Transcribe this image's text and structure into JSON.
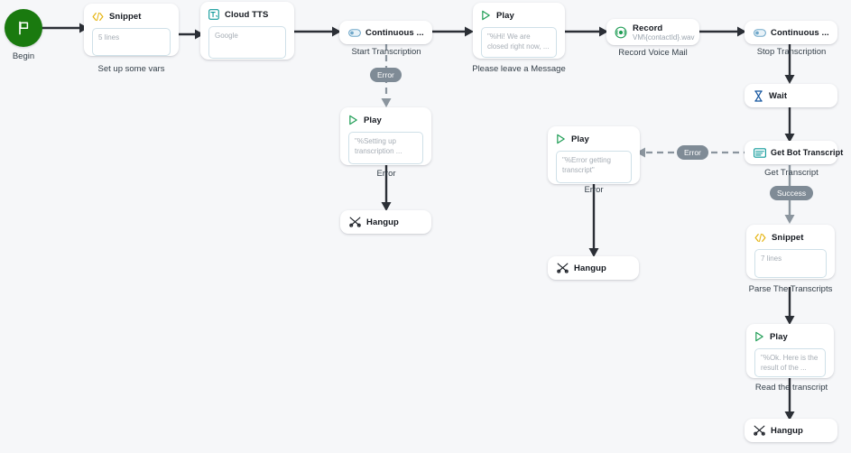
{
  "canvas": {
    "background": "#f6f7f9",
    "edge_color": "#2b2f36",
    "muted_edge_color": "#8b959e",
    "pill_color": "#7f8b96"
  },
  "start": {
    "icon": "flag-icon",
    "label": "Begin",
    "color": "#1a7a0f"
  },
  "nodes": [
    {
      "id": "snippet-vars",
      "icon": "code-icon",
      "title": "Snippet",
      "body": "5 lines",
      "caption": "Set up some vars"
    },
    {
      "id": "cloud-tts",
      "icon": "text-to-speech-icon",
      "title": "Cloud TTS",
      "body": "Google",
      "caption": ""
    },
    {
      "id": "start-transcription",
      "icon": "toggle-icon",
      "title": "Continuous ...",
      "caption": "Start Transcription"
    },
    {
      "id": "play-greeting",
      "icon": "play-icon",
      "title": "Play",
      "body": "\"%Hi! We are closed right now, ...",
      "caption": "Please leave a Message"
    },
    {
      "id": "record-voicemail",
      "icon": "record-icon",
      "title": "Record",
      "subtitle": "VM\\{contactId}.wav",
      "caption": "Record Voice Mail"
    },
    {
      "id": "stop-transcription",
      "icon": "toggle-icon",
      "title": "Continuous ...",
      "caption": "Stop Transcription"
    },
    {
      "id": "wait",
      "icon": "hourglass-icon",
      "title": "Wait",
      "caption": ""
    },
    {
      "id": "get-bot-transcript",
      "icon": "transcript-icon",
      "title": "Get Bot Transcript",
      "caption": "Get Transcript"
    },
    {
      "id": "snippet-parse",
      "icon": "code-icon",
      "title": "Snippet",
      "body": "7 lines",
      "caption": "Parse The Transcripts"
    },
    {
      "id": "play-result",
      "icon": "play-icon",
      "title": "Play",
      "body": "\"%Ok. Here is the result of the ...",
      "caption": "Read the transcript"
    },
    {
      "id": "hangup-right",
      "icon": "hangup-icon",
      "title": "Hangup",
      "caption": ""
    },
    {
      "id": "play-setup-error",
      "icon": "play-icon",
      "title": "Play",
      "body": "\"%Setting up transcription ...",
      "caption": "Error"
    },
    {
      "id": "hangup-left",
      "icon": "hangup-icon",
      "title": "Hangup",
      "caption": ""
    },
    {
      "id": "play-transcript-error",
      "icon": "play-icon",
      "title": "Play",
      "body": "\"%Error getting transcript\"",
      "caption": "Error"
    },
    {
      "id": "hangup-middle",
      "icon": "hangup-icon",
      "title": "Hangup",
      "caption": ""
    }
  ],
  "edge_badges": {
    "error_start_transcription": "Error",
    "error_get_transcript": "Error",
    "success_get_transcript": "Success"
  }
}
